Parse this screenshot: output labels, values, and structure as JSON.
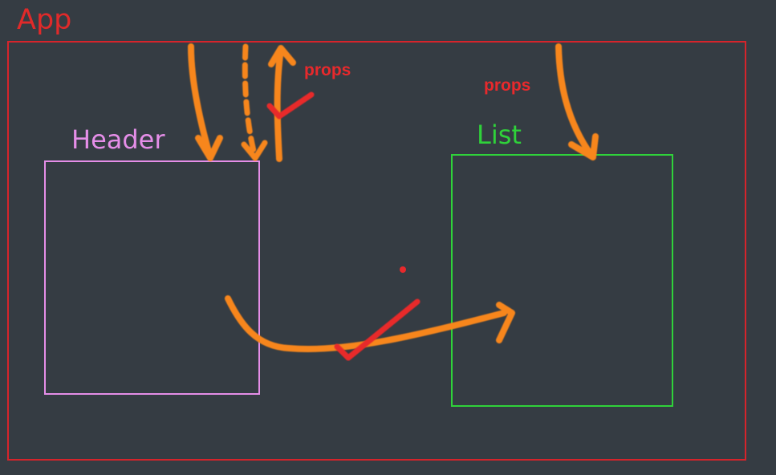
{
  "diagram": {
    "components": {
      "app": {
        "label": "App",
        "color": "#e02a2a"
      },
      "header": {
        "label": "Header",
        "color": "#e58ee8"
      },
      "list": {
        "label": "List",
        "color": "#2fd23a"
      }
    },
    "annotations": {
      "props_left": "props",
      "props_right": "props"
    },
    "colors": {
      "background": "#353c43",
      "arrow": "#f7861f",
      "check_mark": "#e8292c"
    }
  }
}
